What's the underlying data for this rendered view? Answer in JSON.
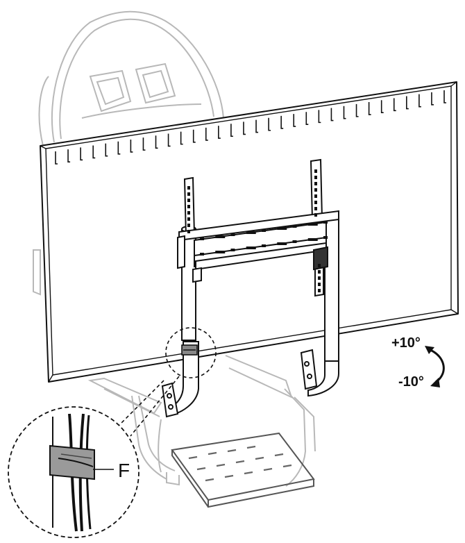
{
  "labels": {
    "tilt_up": "+10°",
    "tilt_down": "-10°",
    "part_f": "F"
  },
  "icons": {
    "tilt": "curved-double-arrow-icon"
  },
  "colors": {
    "line": "#111111",
    "ghost": "#bbbbbb",
    "clip": "#8a8a8a"
  }
}
